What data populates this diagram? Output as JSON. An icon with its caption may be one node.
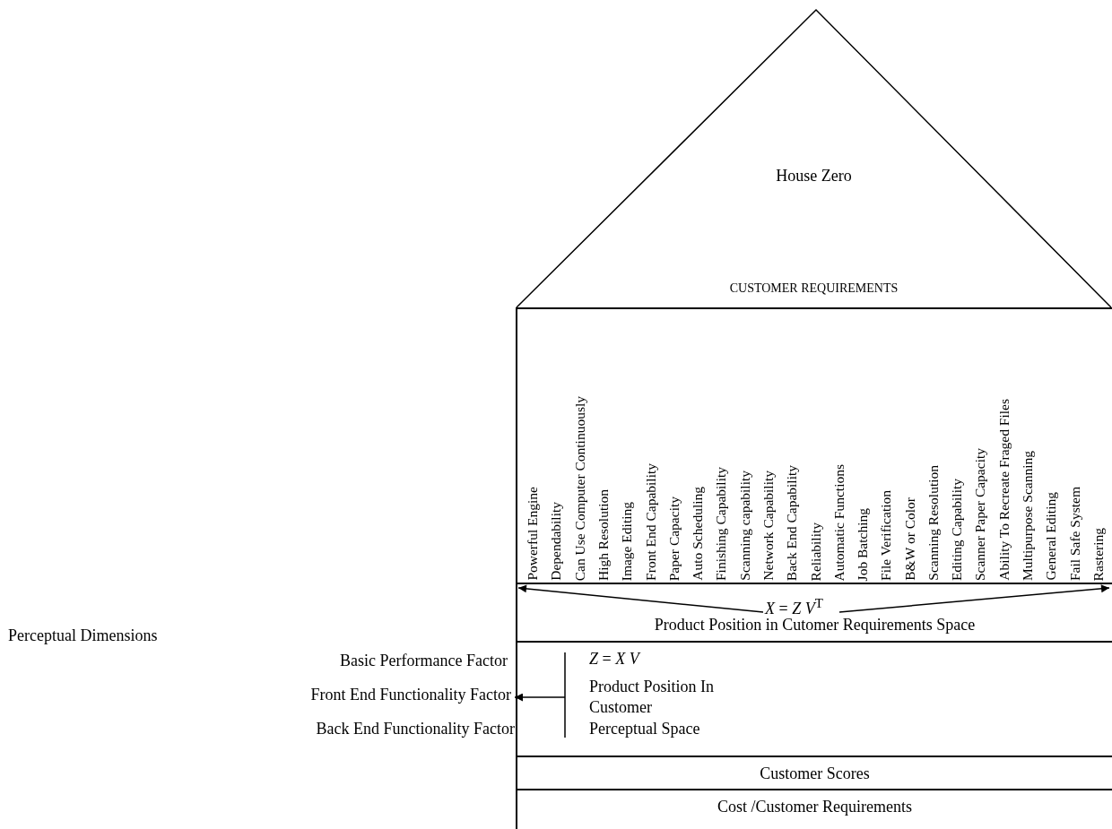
{
  "diagram": {
    "nodes": [
      {
        "text": [
          "House Zero",
          "CUSTOMER REQUIREMENTS"
        ]
      },
      {
        "text": [
          "Powerful Engine",
          "Dependability",
          "Can Use Computer Continuously",
          "High Resolution",
          "Image Editing",
          "Front End Capability",
          "Paper Capacity",
          "Auto Scheduling",
          "Finishing Capability",
          "Scanning capability",
          "Network Capability",
          "Back End Capability",
          "Reliability",
          "Automatic Functions",
          "Job Batching",
          "File Verification",
          "B&W or Color",
          "Scanning Resolution",
          "Editing Capability",
          "Scanner Paper Capacity",
          "Ability To Recreate Fraged Files",
          "Multipurpose Scanning",
          "General Editing",
          "Fail Safe System",
          "Rastering"
        ]
      },
      {
        "text": [
          "*X* = *Z V*$^{T}$",
          "Product Position in Cutomer Requirements Space"
        ]
      },
      {
        "text": [
          "*Z* = *X V*",
          "Product Position In Customer Perceptual Space"
        ]
      },
      {
        "text": [
          "Customer Scores"
        ]
      },
      {
        "text": [
          "Cost /Customer Requirements"
        ]
      },
      {
        "text": [
          "Basic Performance Factor",
          "Front End Functionality Factor",
          "Back End Functionality Factor"
        ]
      }
    ],
    "edges": [
      {
        "from": 3,
        "to": 6,
        "arrow": "to"
      }
    ],
    "labels": [
      "Perceptual Dimensions"
    ]
  }
}
